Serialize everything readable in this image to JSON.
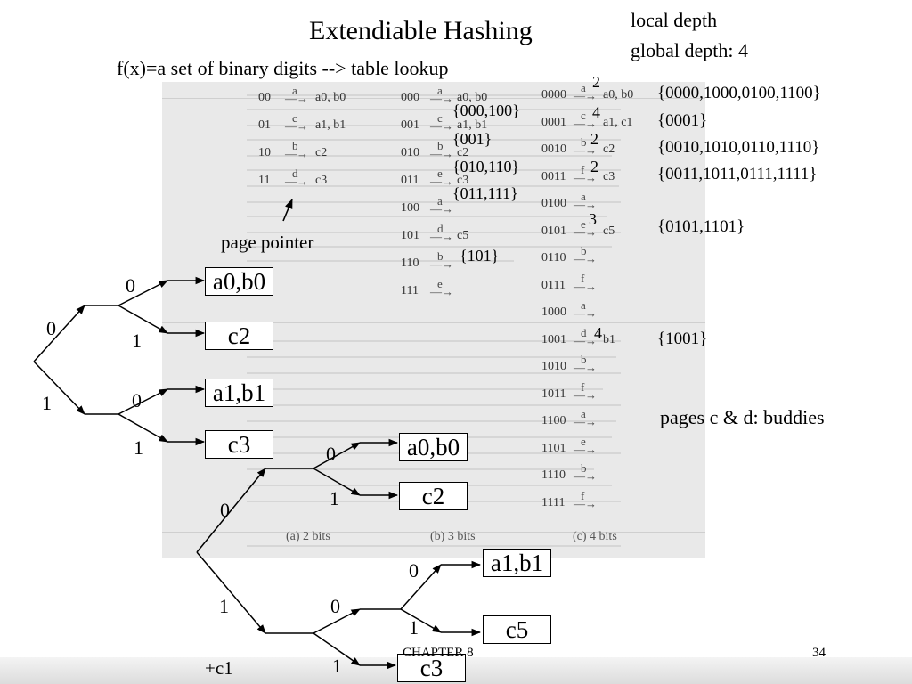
{
  "slide": {
    "title": "Extendiable Hashing",
    "subtitle": "f(x)=a set of binary digits --> table lookup",
    "local_depth_label": "local depth",
    "global_depth_label": "global depth: 4",
    "page_pointer_label": "page pointer",
    "buddies_note": "pages c & d: buddies",
    "extra_label": "+c1",
    "footer": {
      "chapter": "CHAPTER 8",
      "page": "34"
    }
  },
  "right_sets": [
    "{0000,1000,0100,1100}",
    "{0001}",
    "{0010,1010,0110,1110}",
    "{0011,1011,0111,1111}",
    "{0101,1101}",
    "{1001}"
  ],
  "mid_sets": [
    "{000,100}",
    "{001}",
    "{010,110}",
    "{011,111}",
    "{101}"
  ],
  "local_depths": [
    "2",
    "4",
    "2",
    "2",
    "3",
    "4"
  ],
  "table_a": {
    "caption": "(a) 2 bits",
    "rows": [
      {
        "key": "00",
        "letter": "a",
        "target": "a0,  b0"
      },
      {
        "key": "01",
        "letter": "c",
        "target": "a1,  b1"
      },
      {
        "key": "10",
        "letter": "b",
        "target": "c2"
      },
      {
        "key": "11",
        "letter": "d",
        "target": "c3"
      }
    ]
  },
  "table_b": {
    "caption": "(b) 3 bits",
    "rows": [
      {
        "key": "000",
        "letter": "a",
        "target": "a0, b0"
      },
      {
        "key": "001",
        "letter": "c",
        "target": "a1,  b1"
      },
      {
        "key": "010",
        "letter": "b",
        "target": "c2"
      },
      {
        "key": "011",
        "letter": "e",
        "target": "c3"
      },
      {
        "key": "100",
        "letter": "a",
        "target": ""
      },
      {
        "key": "101",
        "letter": "d",
        "target": "c5"
      },
      {
        "key": "110",
        "letter": "b",
        "target": ""
      },
      {
        "key": "111",
        "letter": "e",
        "target": ""
      }
    ]
  },
  "table_c": {
    "caption": "(c) 4 bits",
    "rows": [
      {
        "key": "0000",
        "letter": "a",
        "target": "a0,  b0"
      },
      {
        "key": "0001",
        "letter": "c",
        "target": "a1,  c1"
      },
      {
        "key": "0010",
        "letter": "b",
        "target": "c2"
      },
      {
        "key": "0011",
        "letter": "f",
        "target": "c3"
      },
      {
        "key": "0100",
        "letter": "a",
        "target": ""
      },
      {
        "key": "0101",
        "letter": "e",
        "target": "c5"
      },
      {
        "key": "0110",
        "letter": "b",
        "target": ""
      },
      {
        "key": "0111",
        "letter": "f",
        "target": ""
      },
      {
        "key": "1000",
        "letter": "a",
        "target": ""
      },
      {
        "key": "1001",
        "letter": "d",
        "target": "b1"
      },
      {
        "key": "1010",
        "letter": "b",
        "target": ""
      },
      {
        "key": "1011",
        "letter": "f",
        "target": ""
      },
      {
        "key": "1100",
        "letter": "a",
        "target": ""
      },
      {
        "key": "1101",
        "letter": "e",
        "target": ""
      },
      {
        "key": "1110",
        "letter": "b",
        "target": ""
      },
      {
        "key": "1111",
        "letter": "f",
        "target": ""
      }
    ]
  },
  "tree1": {
    "edge_labels": [
      "0",
      "1",
      "0",
      "1",
      "0",
      "1"
    ],
    "buckets": [
      "a0,b0",
      "c2",
      "a1,b1",
      "c3"
    ]
  },
  "tree2": {
    "edge_labels": [
      "0",
      "1",
      "0",
      "1",
      "0",
      "1",
      "0",
      "1",
      "1"
    ],
    "buckets": [
      "a0,b0",
      "c2",
      "a1,b1",
      "c5",
      "c3"
    ]
  }
}
